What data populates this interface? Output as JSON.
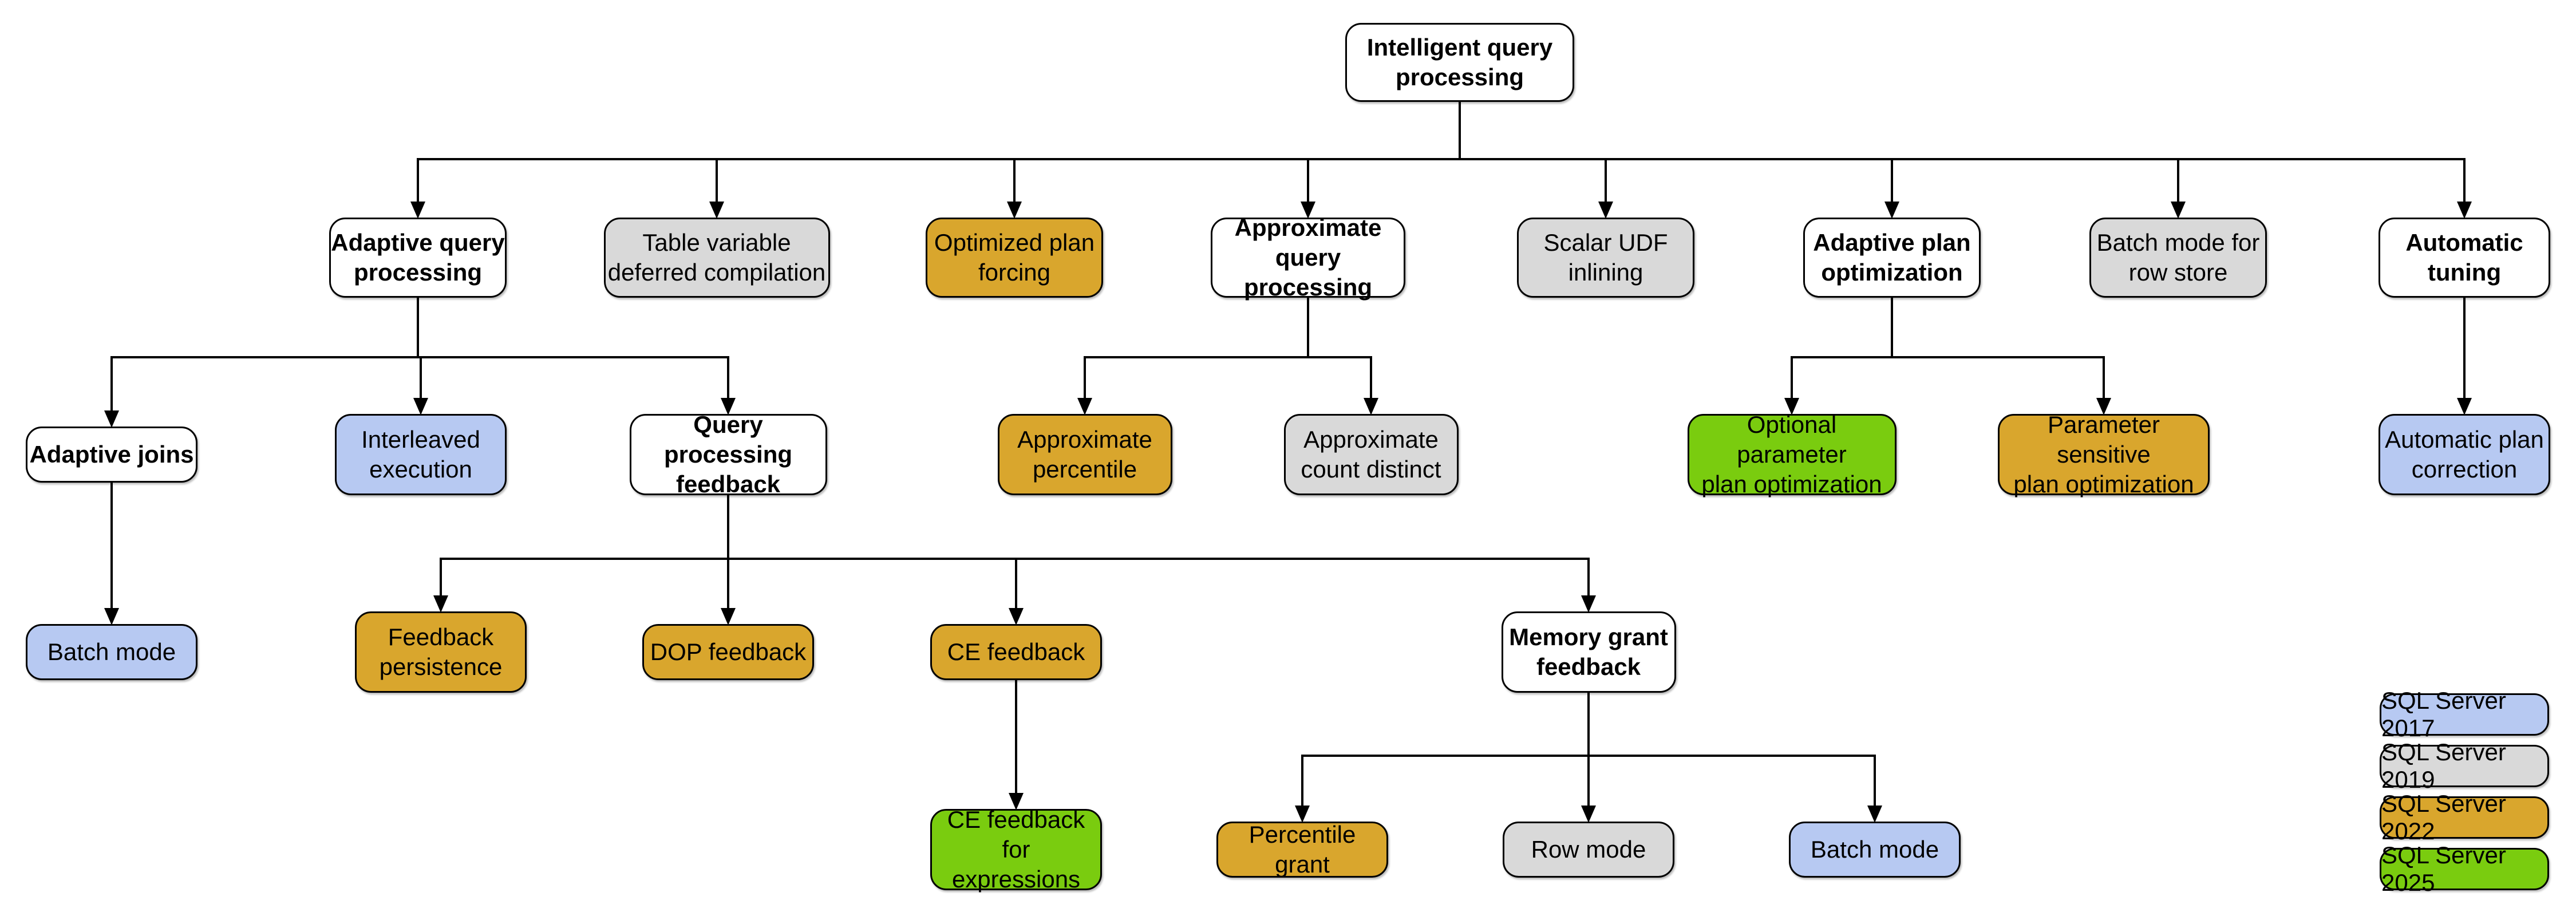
{
  "diagram_title": "Intelligent query processing features",
  "colors": {
    "2017": "#b7c9f2",
    "2019": "#d9d9d9",
    "2022": "#d9a62d",
    "2025": "#7acc0f",
    "category": "#ffffff",
    "line": "#000000"
  },
  "nodes": [
    {
      "id": "intelligent-query-processing",
      "label": "Intelligent query\nprocessing",
      "version": "category"
    },
    {
      "id": "adaptive-query-processing",
      "label": "Adaptive query\nprocessing",
      "version": "category"
    },
    {
      "id": "table-variable-deferred-compilation",
      "label": "Table variable\ndeferred compilation",
      "version": "2019"
    },
    {
      "id": "optimized-plan-forcing",
      "label": "Optimized plan\nforcing",
      "version": "2022"
    },
    {
      "id": "approximate-query-processing",
      "label": "Approximate\nquery processing",
      "version": "category"
    },
    {
      "id": "scalar-udf-inlining",
      "label": "Scalar UDF\ninlining",
      "version": "2019"
    },
    {
      "id": "adaptive-plan-optimization",
      "label": "Adaptive plan\noptimization",
      "version": "category"
    },
    {
      "id": "batch-mode-for-row-store",
      "label": "Batch mode for\nrow store",
      "version": "2019"
    },
    {
      "id": "automatic-tuning",
      "label": "Automatic\ntuning",
      "version": "category"
    },
    {
      "id": "adaptive-joins",
      "label": "Adaptive joins",
      "version": "category"
    },
    {
      "id": "interleaved-execution",
      "label": "Interleaved\nexecution",
      "version": "2017"
    },
    {
      "id": "query-processing-feedback",
      "label": "Query processing\nfeedback",
      "version": "category"
    },
    {
      "id": "approximate-percentile",
      "label": "Approximate\npercentile",
      "version": "2022"
    },
    {
      "id": "approximate-count-distinct",
      "label": "Approximate\ncount distinct",
      "version": "2019"
    },
    {
      "id": "optional-parameter-plan-optimization",
      "label": "Optional parameter\nplan optimization",
      "version": "2025"
    },
    {
      "id": "parameter-sensitive-plan-optimization",
      "label": "Parameter sensitive\nplan optimization",
      "version": "2022"
    },
    {
      "id": "automatic-plan-correction",
      "label": "Automatic plan\ncorrection",
      "version": "2017"
    },
    {
      "id": "batch-mode-adaptive-joins",
      "label": "Batch mode",
      "version": "2017"
    },
    {
      "id": "feedback-persistence",
      "label": "Feedback\npersistence",
      "version": "2022"
    },
    {
      "id": "dop-feedback",
      "label": "DOP feedback",
      "version": "2022"
    },
    {
      "id": "ce-feedback",
      "label": "CE feedback",
      "version": "2022"
    },
    {
      "id": "memory-grant-feedback",
      "label": "Memory grant\nfeedback",
      "version": "category"
    },
    {
      "id": "ce-feedback-for-expressions",
      "label": "CE feedback for\nexpressions",
      "version": "2025"
    },
    {
      "id": "percentile-grant",
      "label": "Percentile grant",
      "version": "2022"
    },
    {
      "id": "row-mode",
      "label": "Row mode",
      "version": "2019"
    },
    {
      "id": "batch-mode-memory-grant",
      "label": "Batch mode",
      "version": "2017"
    }
  ],
  "edges": [
    {
      "from": "intelligent-query-processing",
      "to": "adaptive-query-processing"
    },
    {
      "from": "intelligent-query-processing",
      "to": "table-variable-deferred-compilation"
    },
    {
      "from": "intelligent-query-processing",
      "to": "optimized-plan-forcing"
    },
    {
      "from": "intelligent-query-processing",
      "to": "approximate-query-processing"
    },
    {
      "from": "intelligent-query-processing",
      "to": "scalar-udf-inlining"
    },
    {
      "from": "intelligent-query-processing",
      "to": "adaptive-plan-optimization"
    },
    {
      "from": "intelligent-query-processing",
      "to": "batch-mode-for-row-store"
    },
    {
      "from": "intelligent-query-processing",
      "to": "automatic-tuning"
    },
    {
      "from": "adaptive-query-processing",
      "to": "adaptive-joins"
    },
    {
      "from": "adaptive-query-processing",
      "to": "interleaved-execution"
    },
    {
      "from": "adaptive-query-processing",
      "to": "query-processing-feedback"
    },
    {
      "from": "approximate-query-processing",
      "to": "approximate-percentile"
    },
    {
      "from": "approximate-query-processing",
      "to": "approximate-count-distinct"
    },
    {
      "from": "adaptive-plan-optimization",
      "to": "optional-parameter-plan-optimization"
    },
    {
      "from": "adaptive-plan-optimization",
      "to": "parameter-sensitive-plan-optimization"
    },
    {
      "from": "automatic-tuning",
      "to": "automatic-plan-correction"
    },
    {
      "from": "adaptive-joins",
      "to": "batch-mode-adaptive-joins"
    },
    {
      "from": "query-processing-feedback",
      "to": "feedback-persistence"
    },
    {
      "from": "query-processing-feedback",
      "to": "dop-feedback"
    },
    {
      "from": "query-processing-feedback",
      "to": "ce-feedback"
    },
    {
      "from": "query-processing-feedback",
      "to": "memory-grant-feedback"
    },
    {
      "from": "ce-feedback",
      "to": "ce-feedback-for-expressions"
    },
    {
      "from": "memory-grant-feedback",
      "to": "percentile-grant"
    },
    {
      "from": "memory-grant-feedback",
      "to": "row-mode"
    },
    {
      "from": "memory-grant-feedback",
      "to": "batch-mode-memory-grant"
    }
  ],
  "legend": {
    "items": [
      {
        "label": "SQL Server 2017",
        "version": "2017"
      },
      {
        "label": "SQL Server 2019",
        "version": "2019"
      },
      {
        "label": "SQL Server 2022",
        "version": "2022"
      },
      {
        "label": "SQL Server 2025",
        "version": "2025"
      }
    ]
  }
}
